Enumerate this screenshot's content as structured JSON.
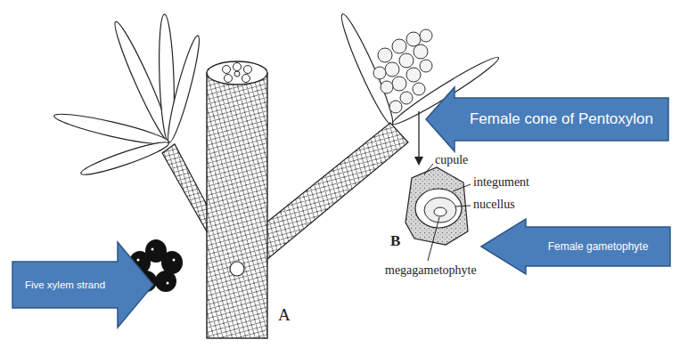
{
  "diagram": {
    "nodes": [
      {
        "text": [
          "Female cone of Pentoxylon"
        ]
      },
      {
        "text": [
          "Female gametophyte"
        ]
      },
      {
        "text": [
          "Five xylem strand"
        ]
      }
    ],
    "labels": [
      "cupule",
      "integument",
      "nucellus",
      "megagametophyte",
      "A",
      "B"
    ]
  }
}
